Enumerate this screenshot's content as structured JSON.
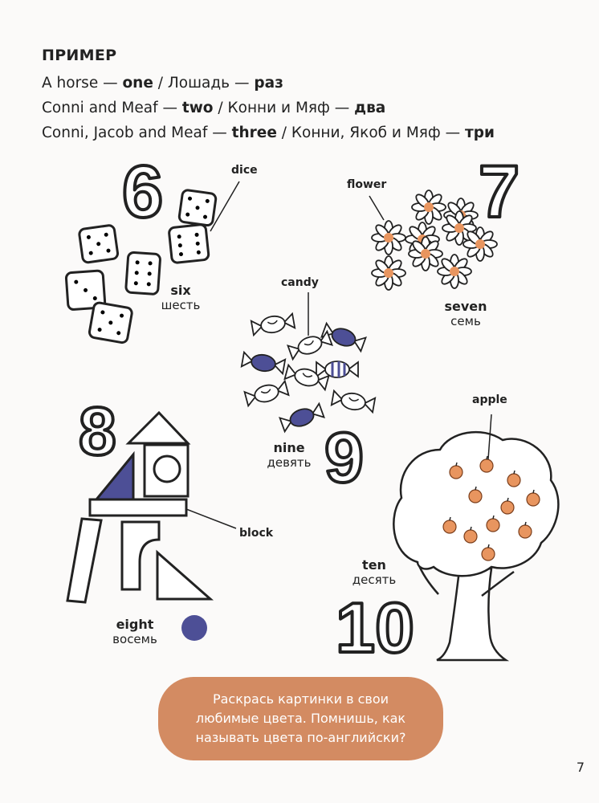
{
  "example": {
    "heading": "ПРИМЕР",
    "lines": [
      {
        "en": "A horse — ",
        "en_num": "one",
        "ru": " / Лошадь — ",
        "ru_num": "раз"
      },
      {
        "en": "Conni and Meaf — ",
        "en_num": "two",
        "ru": " / Конни и Мяф — ",
        "ru_num": "два"
      },
      {
        "en": "Conni, Jacob and Meaf — ",
        "en_num": "three",
        "ru": " / Конни, Якоб и Мяф — ",
        "ru_num": "три"
      }
    ]
  },
  "items": {
    "six": {
      "digit": "6",
      "en": "six",
      "ru": "шесть",
      "tag": "dice"
    },
    "seven": {
      "digit": "7",
      "en": "seven",
      "ru": "семь",
      "tag": "flower"
    },
    "nine": {
      "digit": "9",
      "en": "nine",
      "ru": "девять",
      "tag": "candy"
    },
    "eight": {
      "digit": "8",
      "en": "eight",
      "ru": "восемь",
      "tag": "block"
    },
    "ten": {
      "digit": "10",
      "en": "ten",
      "ru": "десять",
      "tag": "apple"
    }
  },
  "colors": {
    "accent_blue": "#4d4f96",
    "accent_orange": "#e8955f",
    "callout_bg": "#d38b62"
  },
  "callout": {
    "line1": "Раскрась картинки в свои",
    "line2": "любимые цвета. Помнишь, как",
    "line3": "называть цвета по-английски?"
  },
  "page_number": "7"
}
